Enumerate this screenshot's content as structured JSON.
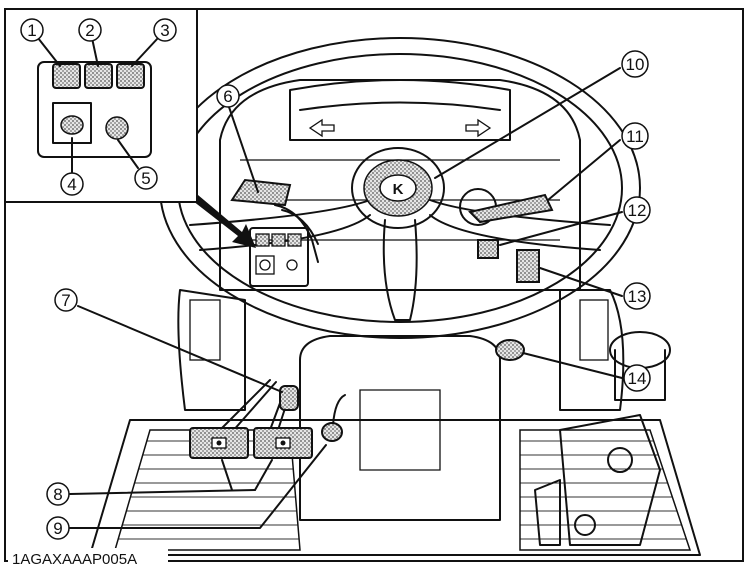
{
  "figure_code": "1AGAXAAAP005A",
  "callouts": [
    {
      "id": 1,
      "label": "1"
    },
    {
      "id": 2,
      "label": "2"
    },
    {
      "id": 3,
      "label": "3"
    },
    {
      "id": 4,
      "label": "4"
    },
    {
      "id": 5,
      "label": "5"
    },
    {
      "id": 6,
      "label": "6"
    },
    {
      "id": 7,
      "label": "7"
    },
    {
      "id": 8,
      "label": "8"
    },
    {
      "id": 9,
      "label": "9"
    },
    {
      "id": 10,
      "label": "10"
    },
    {
      "id": 11,
      "label": "11"
    },
    {
      "id": 12,
      "label": "12"
    },
    {
      "id": 13,
      "label": "13"
    },
    {
      "id": 14,
      "label": "14"
    }
  ],
  "logo_text": "K"
}
